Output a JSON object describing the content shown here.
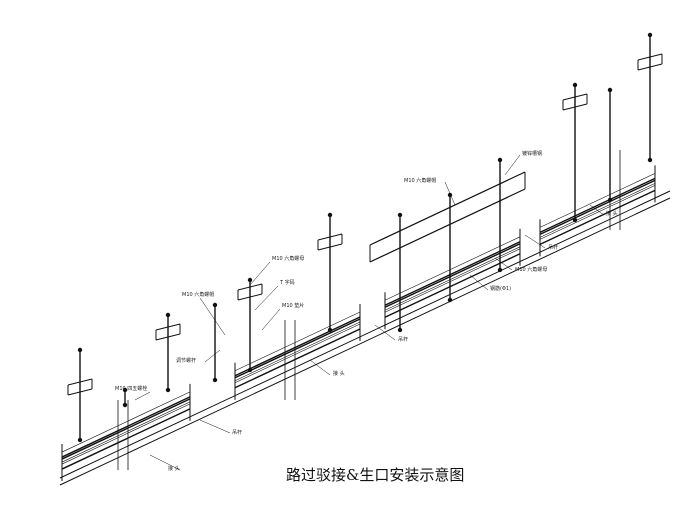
{
  "title": "路过驳接&生口安装示意图",
  "labels": {
    "nut_a": "M10 六角螺母",
    "t_clip": "T 字码",
    "washer": "M10 垫片",
    "nut_b": "M10 六角螺帽",
    "adjust_rod": "调节螺杆",
    "bolt_a": "M10 四五螺栓",
    "rod_a": "吊杆",
    "joint_a": "接 头",
    "joint_b": "接 头",
    "rod_b": "吊杆",
    "nut_c": "M10 六角螺帽",
    "channel": "镀锌槽钢",
    "rod_c": "吊杆",
    "nut_d": "M10 六角螺母",
    "rebar": "钢筋(Φ1)",
    "joint_c": "接 头"
  }
}
